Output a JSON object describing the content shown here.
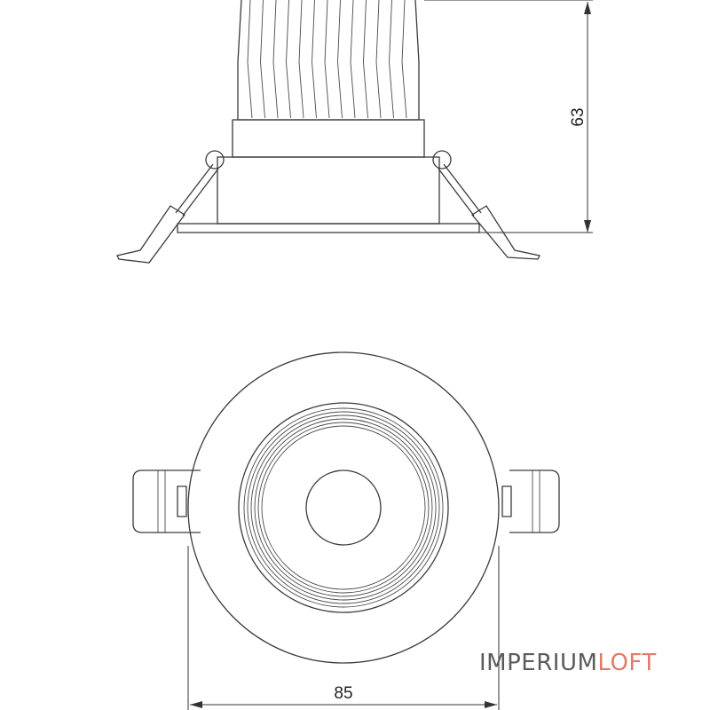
{
  "dimensions": {
    "height_label": "63",
    "diameter_label": "85"
  },
  "brand": {
    "name_part1": "IMPERIUM",
    "name_part2": "LOFT",
    "color_part1": "#5b5b5b",
    "color_part2": "#e07b6a"
  },
  "views": [
    "side-view",
    "front-view"
  ]
}
